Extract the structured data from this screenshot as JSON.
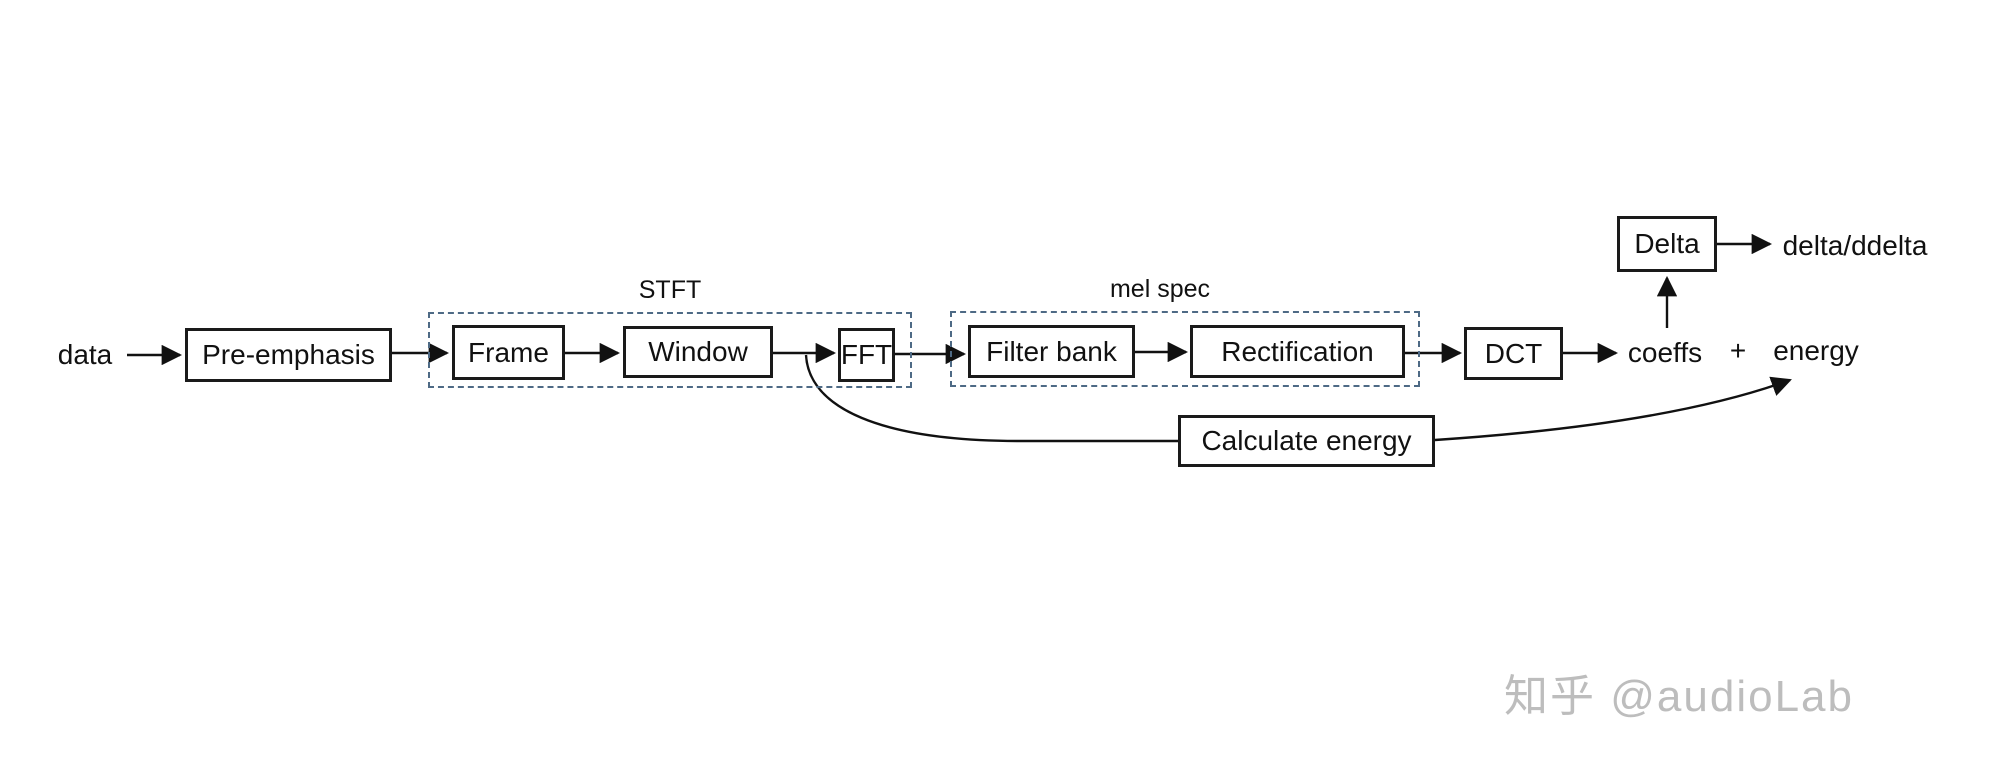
{
  "diagram": {
    "input_label": "data",
    "boxes": {
      "pre_emphasis": "Pre-emphasis",
      "frame": "Frame",
      "window": "Window",
      "fft": "FFT",
      "filter_bank": "Filter bank",
      "rectification": "Rectification",
      "dct": "DCT",
      "delta": "Delta",
      "calculate_energy": "Calculate energy"
    },
    "groups": {
      "stft": "STFT",
      "mel_spec": "mel spec"
    },
    "outputs": {
      "coeffs": "coeffs",
      "plus": "+",
      "energy": "energy",
      "delta_ddelta": "delta/ddelta"
    },
    "colors": {
      "box_border": "#1a1a1a",
      "group_border": "#4e6a85",
      "text": "#111111",
      "watermark": "#bdbdbd",
      "background": "#ffffff"
    }
  },
  "watermark": {
    "text": "知乎 @audioLab"
  }
}
